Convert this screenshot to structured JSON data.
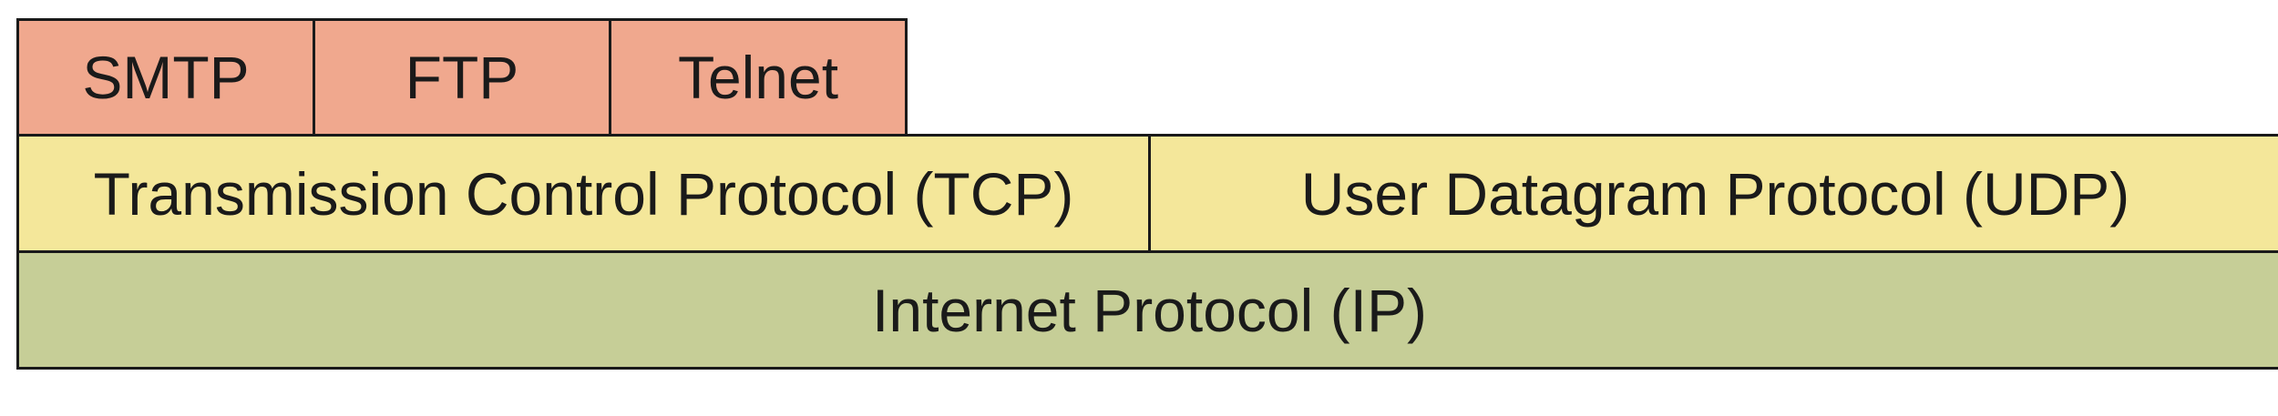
{
  "application_layer": {
    "smtp": "SMTP",
    "ftp": "FTP",
    "telnet": "Telnet"
  },
  "transport_layer": {
    "tcp": "Transmission Control Protocol (TCP)",
    "udp": "User Datagram Protocol (UDP)"
  },
  "network_layer": {
    "ip": "Internet Protocol (IP)"
  },
  "colors": {
    "application": "#f0a88e",
    "transport": "#f4e79a",
    "network": "#c6ce97",
    "border": "#1a1a1a"
  }
}
